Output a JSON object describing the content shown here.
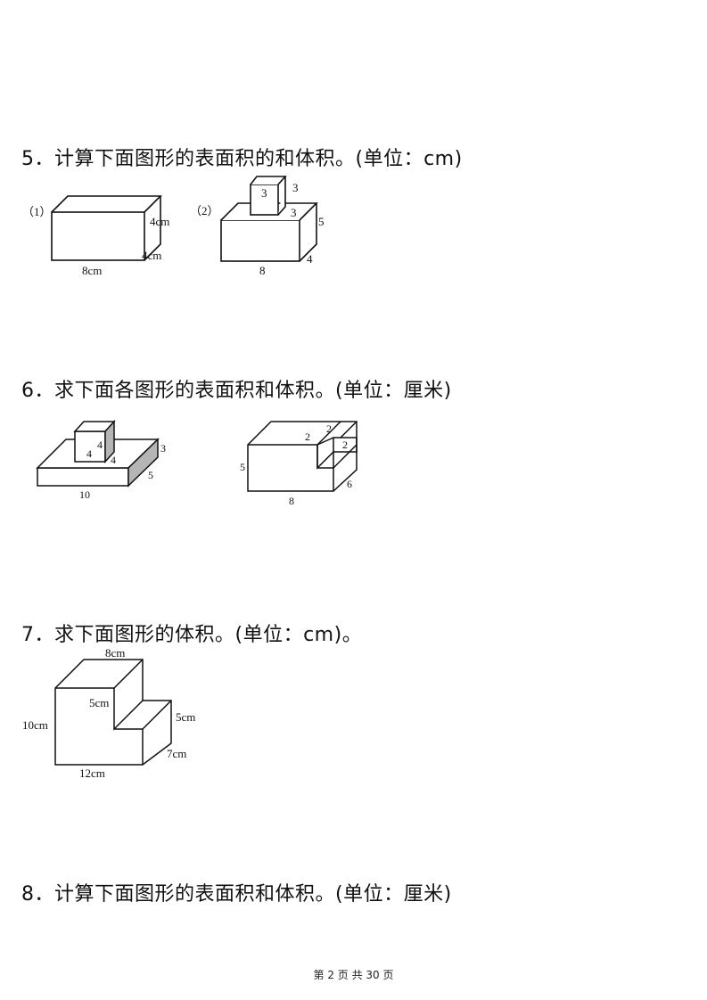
{
  "questions": [
    {
      "title": "5．计算下面图形的表面积的和体积。(单位：cm)"
    },
    {
      "title": "6．求下面各图形的表面积和体积。(单位：厘米)"
    },
    {
      "title": "7．求下面图形的体积。(单位：cm)。"
    },
    {
      "title": "8．计算下面图形的表面积和体积。(单位：厘米)"
    }
  ],
  "q5": {
    "fig1": {
      "tag": "（1）",
      "length": "8cm",
      "height": "4cm",
      "depth": "4cm"
    },
    "fig2": {
      "tag": "（2）",
      "cube_front": "3",
      "cube_side": "3",
      "cube_depth": "3",
      "base_height": "5",
      "base_depth": "4",
      "base_length": "8"
    }
  },
  "q6": {
    "fig1": {
      "cube_height": "4",
      "cube_width": "4",
      "cube_depth": "4",
      "slab_height": "3",
      "slab_depth": "5",
      "slab_length": "10"
    },
    "fig2": {
      "hole_a": "2",
      "hole_b": "2",
      "hole_c": "2",
      "height": "5",
      "length": "8",
      "depth": "6"
    }
  },
  "q7": {
    "top": "8cm",
    "step": "5cm",
    "right_h": "5cm",
    "left_h": "10cm",
    "bottom": "12cm",
    "depth": "7cm"
  },
  "footer": "第 2 页 共 30 页"
}
